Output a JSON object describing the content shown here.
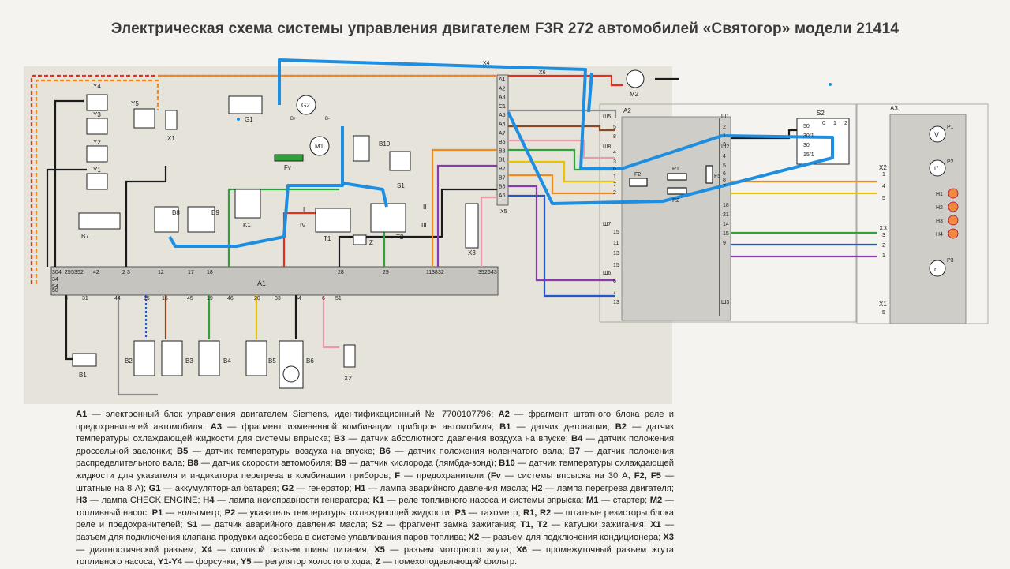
{
  "title": "Электрическая схема системы управления двигателем F3R 272 автомобилей «Святогор» модели 21414",
  "components": {
    "G1": "G1",
    "G2": "G2",
    "M1": "M1",
    "M2": "M2",
    "Fv": "Fv",
    "B10": "B10",
    "S1": "S1",
    "K1": "K1",
    "B7": "B7",
    "B8": "B8",
    "B9": "B9",
    "T1": "T1",
    "T2": "T2",
    "Z": "Z",
    "A1": "A1",
    "A2": "A2",
    "A3": "A3",
    "S2": "S2",
    "X1": "X1",
    "X2": "X2",
    "X3": "X3",
    "X4": "X4",
    "X5": "X5",
    "X6": "X6",
    "Y1": "Y1",
    "Y2": "Y2",
    "Y3": "Y3",
    "Y4": "Y4",
    "Y5": "Y5",
    "B1": "B1",
    "B2": "B2",
    "B3": "B3",
    "B4": "B4",
    "B5": "B5",
    "B6": "B6",
    "R1": "R1",
    "R2": "R2",
    "F2": "F2",
    "F5": "F5",
    "P1": "P1",
    "P2": "P2",
    "P3": "P3",
    "H1": "H1",
    "H2": "H2",
    "H3": "H3",
    "H4": "H4"
  },
  "coil_terminals": {
    "I": "I",
    "II": "II",
    "III": "III",
    "IV": "IV"
  },
  "ecu_top_pins": [
    "30",
    "4",
    "25",
    "53",
    "52",
    "42",
    "2",
    "3",
    "12",
    "17",
    "18",
    "28",
    "29",
    "11",
    "38",
    "32",
    "35",
    "26",
    "43",
    "34",
    "54"
  ],
  "ecu_bottom_pins": [
    "50",
    "8",
    "31",
    "44",
    "15",
    "16",
    "45",
    "19",
    "46",
    "20",
    "33",
    "34",
    "6",
    "51"
  ],
  "a2_pins": [
    "5",
    "8",
    "4",
    "3",
    "6",
    "1",
    "7",
    "2",
    "15",
    "11",
    "13",
    "15",
    "6",
    "7",
    "13"
  ],
  "a2_right_pins": [
    "2",
    "1",
    "3",
    "4",
    "5",
    "6",
    "8",
    "7",
    "18",
    "21",
    "14",
    "15",
    "9"
  ],
  "connector_labels": [
    "A1",
    "A2",
    "A3",
    "C1",
    "A5",
    "A4",
    "A7",
    "B5",
    "B3",
    "B1",
    "B2",
    "B7",
    "B6",
    "A6"
  ],
  "block_headers": [
    "Ш5",
    "Ш8",
    "Ш7",
    "Ш6",
    "Ш1",
    "Ш2",
    "Ш3"
  ],
  "s2_pins": [
    "50",
    "30/1",
    "30",
    "15/1"
  ],
  "s2_positions": [
    "0",
    "1",
    "2"
  ],
  "x2_a3_pins": [
    "1",
    "4",
    "5",
    "3",
    "2",
    "1",
    "5"
  ],
  "misc": {
    "B_plus": "B+",
    "B_minus": "B-",
    "V": "V",
    "t": "t°",
    "n": "n"
  },
  "legend_text": "A1 — электронный блок управления двигателем Siemens, идентификационный № 7700107796; A2 — фрагмент штатного блока реле и предохранителей автомобиля; A3 — фрагмент измененной комбинации приборов автомобиля; B1 — датчик детонации; B2 — датчик температуры охлаждающей жидкости для системы впрыска; B3 — датчик абсолютного давления воздуха на впуске; B4 — датчик положения дроссельной заслонки; B5 — датчик температуры воздуха на впуске; B6 — датчик положения коленчатого вала; B7 — датчик положения распределительного вала; B8 — датчик скорости автомобиля; B9 — датчик кислорода (лямбда-зонд); B10 — датчик температуры охлаждающей жидкости для указателя и индикатора перегрева в комбинации приборов; F — предохранители (Fv — системы впрыска на 30 А, F2, F5 — штатные на 8 А); G1 — аккумуляторная батарея; G2 — генератор; H1 — лампа аварийного давления масла; H2 — лампа перегрева двигателя; H3 — лампа CHECK ENGINE; H4 — лампа неисправности генератора; K1 — реле топливного насоса и системы впрыска; M1 — стартер; M2 — топливный насос; P1 — вольтметр; P2 — указатель температуры охлаждающей жидкости; P3 — тахометр; R1, R2 — штатные резисторы блока реле и предохранителей; S1 — датчик аварийного давления масла; S2 — фрагмент замка зажигания; T1, T2 — катушки зажигания; X1 — разъем для подключения клапана продувки адсорбера в системе улавливания паров топлива; X2 — разъем для подключения кондиционера; X3 — диагностический разъем; X4 — силовой разъем шины питания; X5 — разъем моторного жгута; X6 — промежуточный разъем жгута топливного насоса; Y1-Y4 — форсунки; Y5 — регулятор холостого хода; Z — помехоподавляющий фильтр.",
  "colors": {
    "highlight": "#1e8fe0",
    "red": "#e2321e",
    "orange": "#f08a1e",
    "yellow": "#e9c400",
    "green": "#2fa23a",
    "blue": "#2456c8",
    "brown": "#8a4a20",
    "pink": "#e89aaa",
    "violet": "#8a3ab0",
    "grey": "#8c8c8c",
    "black": "#1a1a1a",
    "white": "#ffffff"
  }
}
